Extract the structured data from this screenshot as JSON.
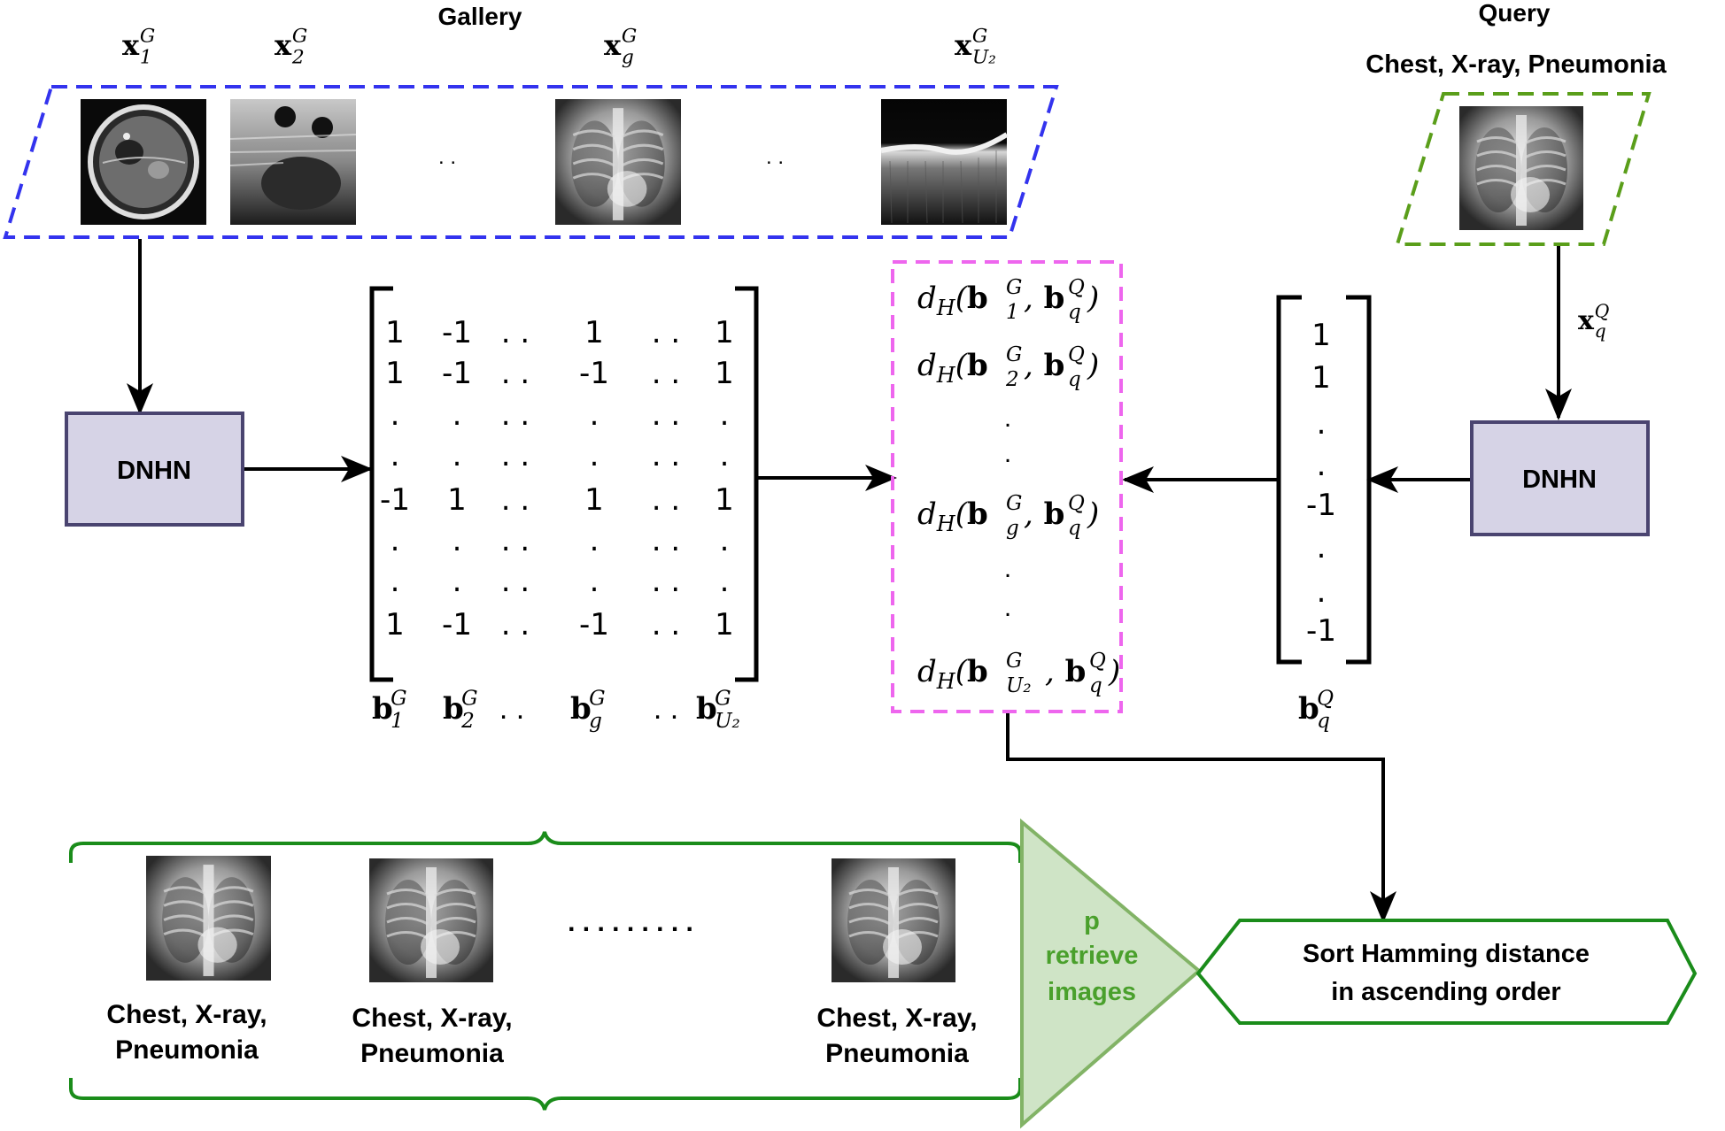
{
  "gallery": {
    "title": "Gallery",
    "image_labels": [
      {
        "base": "x",
        "sup": "G",
        "sub": "1"
      },
      {
        "base": "x",
        "sup": "G",
        "sub": "2"
      },
      {
        "base": "x",
        "sup": "G",
        "sub": "g"
      },
      {
        "base": "x",
        "sup": "G",
        "sub": "U₂"
      }
    ],
    "ellipsis": ". ."
  },
  "query": {
    "title": "Query",
    "subtitle": "Chest, X-ray, Pneumonia",
    "input_label": {
      "base": "x",
      "sup": "Q",
      "sub": "q"
    }
  },
  "dnhn": {
    "left_label": "DNHN",
    "right_label": "DNHN"
  },
  "gallery_matrix": {
    "rows": [
      [
        "1",
        "-1",
        ". .",
        "1",
        ". .",
        "1"
      ],
      [
        "1",
        "-1",
        ". .",
        "-1",
        ". .",
        "1"
      ],
      [
        ".",
        ".",
        ". .",
        ".",
        ". .",
        "."
      ],
      [
        ".",
        ".",
        ". .",
        ".",
        ". .",
        "."
      ],
      [
        "-1",
        "1",
        ". .",
        "1",
        ". .",
        "1"
      ],
      [
        ".",
        ".",
        ". .",
        ".",
        ". .",
        "."
      ],
      [
        ".",
        ".",
        ". .",
        ".",
        ". .",
        "."
      ],
      [
        "1",
        "-1",
        ". .",
        "-1",
        ". .",
        "1"
      ]
    ],
    "col_labels": [
      {
        "base": "b",
        "sup": "G",
        "sub": "1"
      },
      {
        "base": "b",
        "sup": "G",
        "sub": "2"
      },
      {
        "base": ". ."
      },
      {
        "base": "b",
        "sup": "G",
        "sub": "g"
      },
      {
        "base": ". ."
      },
      {
        "base": "b",
        "sup": "G",
        "sub": "U₂"
      }
    ]
  },
  "query_vector": {
    "values": [
      "1",
      "1",
      ".",
      ".",
      "-1",
      ".",
      ".",
      "-1"
    ],
    "label": {
      "base": "b",
      "sup": "Q",
      "sub": "q"
    }
  },
  "distances": {
    "items": [
      {
        "sub_g": "1",
        "text": "d_H(b_1^G, b_q^Q)"
      },
      {
        "sub_g": "2",
        "text": "d_H(b_2^G, b_q^Q)"
      },
      {
        "dot": "."
      },
      {
        "dot": "."
      },
      {
        "sub_g": "g",
        "text": "d_H(b_g^G, b_q^Q)"
      },
      {
        "dot": "."
      },
      {
        "dot": "."
      },
      {
        "sub_g": "U₂",
        "text": "d_H(b_U2^G, b_q^Q)"
      }
    ],
    "fn": "d",
    "fn_sub": "H",
    "b": "b",
    "sup_g": "G",
    "sup_q": "Q",
    "sub_q": "q"
  },
  "sort_box": {
    "line1": "Sort Hamming distance",
    "line2": "in ascending order"
  },
  "retrieve": {
    "line1": "p",
    "line2": "retrieve",
    "line3": "images"
  },
  "results": {
    "ellipsis": ". . . . . . . . .",
    "items": [
      {
        "line1": "Chest, X-ray,",
        "line2": "Pneumonia"
      },
      {
        "line1": "Chest, X-ray,",
        "line2": "Pneumonia"
      },
      {
        "line1": "Chest, X-ray,",
        "line2": "Pneumonia"
      }
    ]
  },
  "colors": {
    "gallery_border": "#3333ee",
    "query_border": "#5a9e1a",
    "distance_border": "#ee66ee",
    "dnhn_fill": "#d6d3e6",
    "dnhn_border": "#4a4470",
    "green": "#1a8c1a",
    "retrieve_fill": "#cfe4c6",
    "retrieve_border": "#82b366",
    "retrieve_text": "#4aa02c"
  }
}
